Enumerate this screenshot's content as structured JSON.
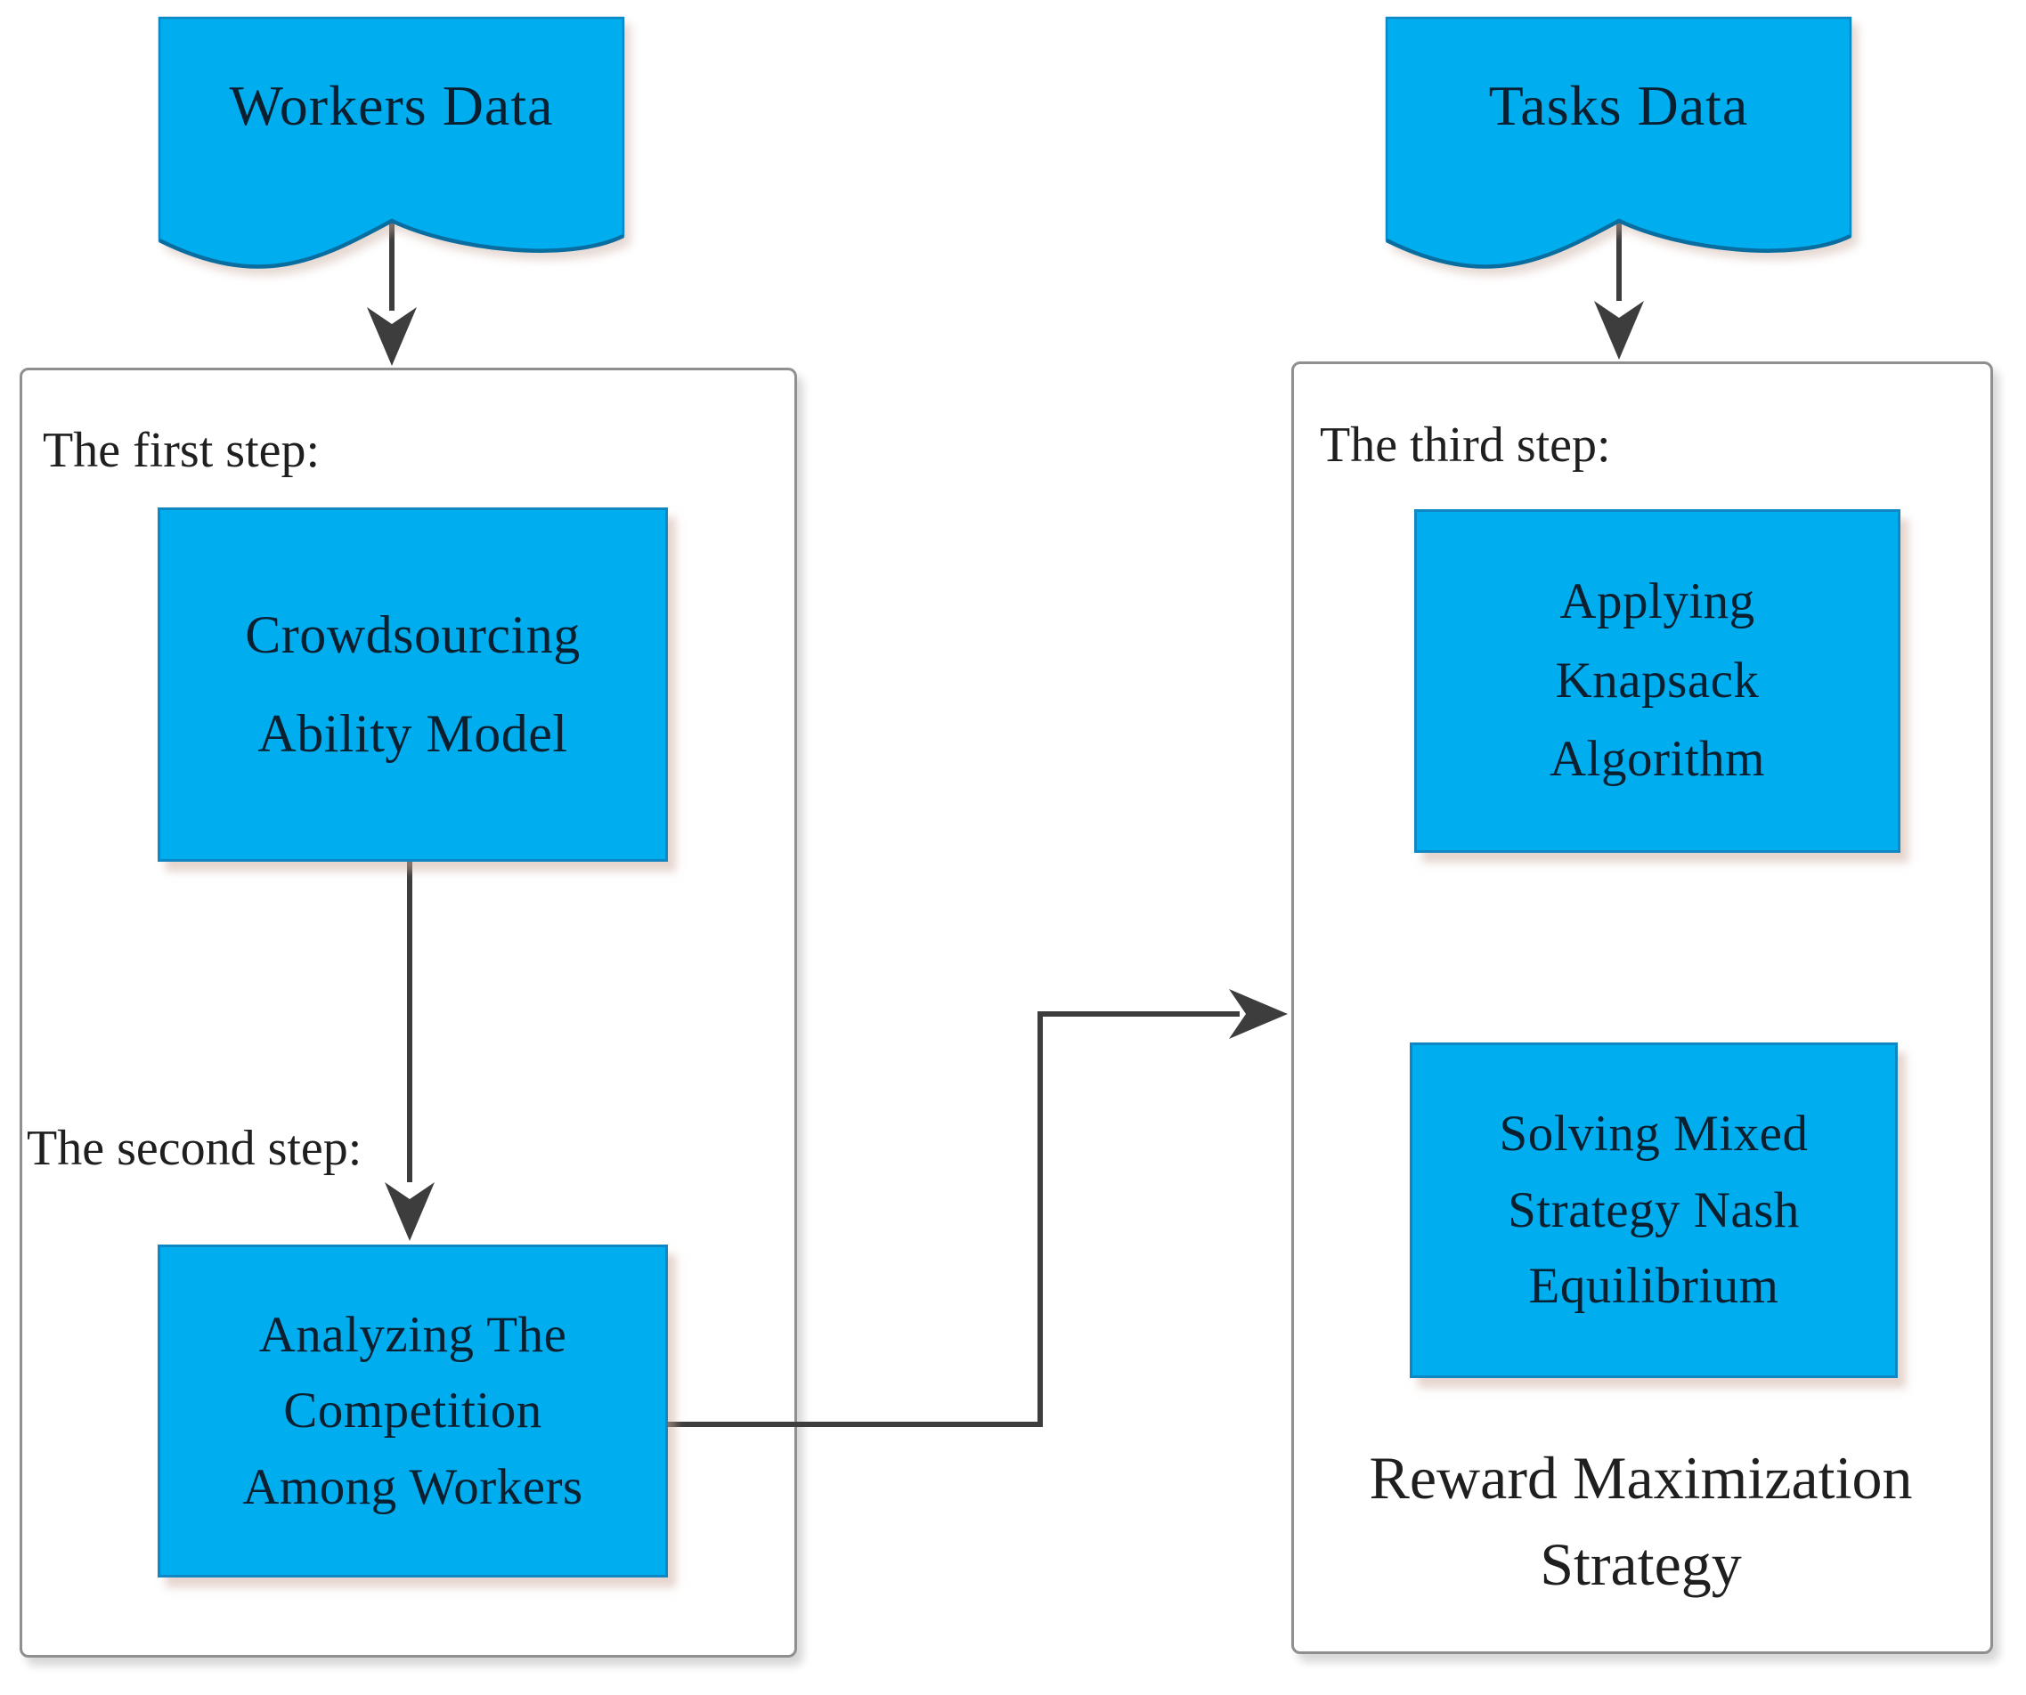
{
  "colors": {
    "accent": "#00AEEF",
    "accent-edge": "#0A6DA0",
    "accent-stroke": "#0E87C2",
    "connector": "#3D3D3D",
    "panel-border": "#8F8F8F",
    "box-text": "#0A2030",
    "label-text": "#1F1F1F"
  },
  "diagram": {
    "sources": {
      "workers": "Workers Data",
      "tasks": "Tasks Data"
    },
    "left_panel": {
      "step_label": "The first step:",
      "crowdsourcing_lines": [
        "Crowdsourcing",
        "Ability Model"
      ],
      "step2_label": "The second step:",
      "analyzing_lines": [
        "Analyzing The",
        "Competition",
        "Among Workers"
      ]
    },
    "right_panel": {
      "step_label": "The third step:",
      "knapsack_lines": [
        "Applying",
        "Knapsack",
        "Algorithm"
      ],
      "nash_lines": [
        "Solving Mixed",
        "Strategy Nash",
        "Equilibrium"
      ],
      "footer_lines": [
        "Reward Maximization",
        "Strategy"
      ]
    }
  }
}
